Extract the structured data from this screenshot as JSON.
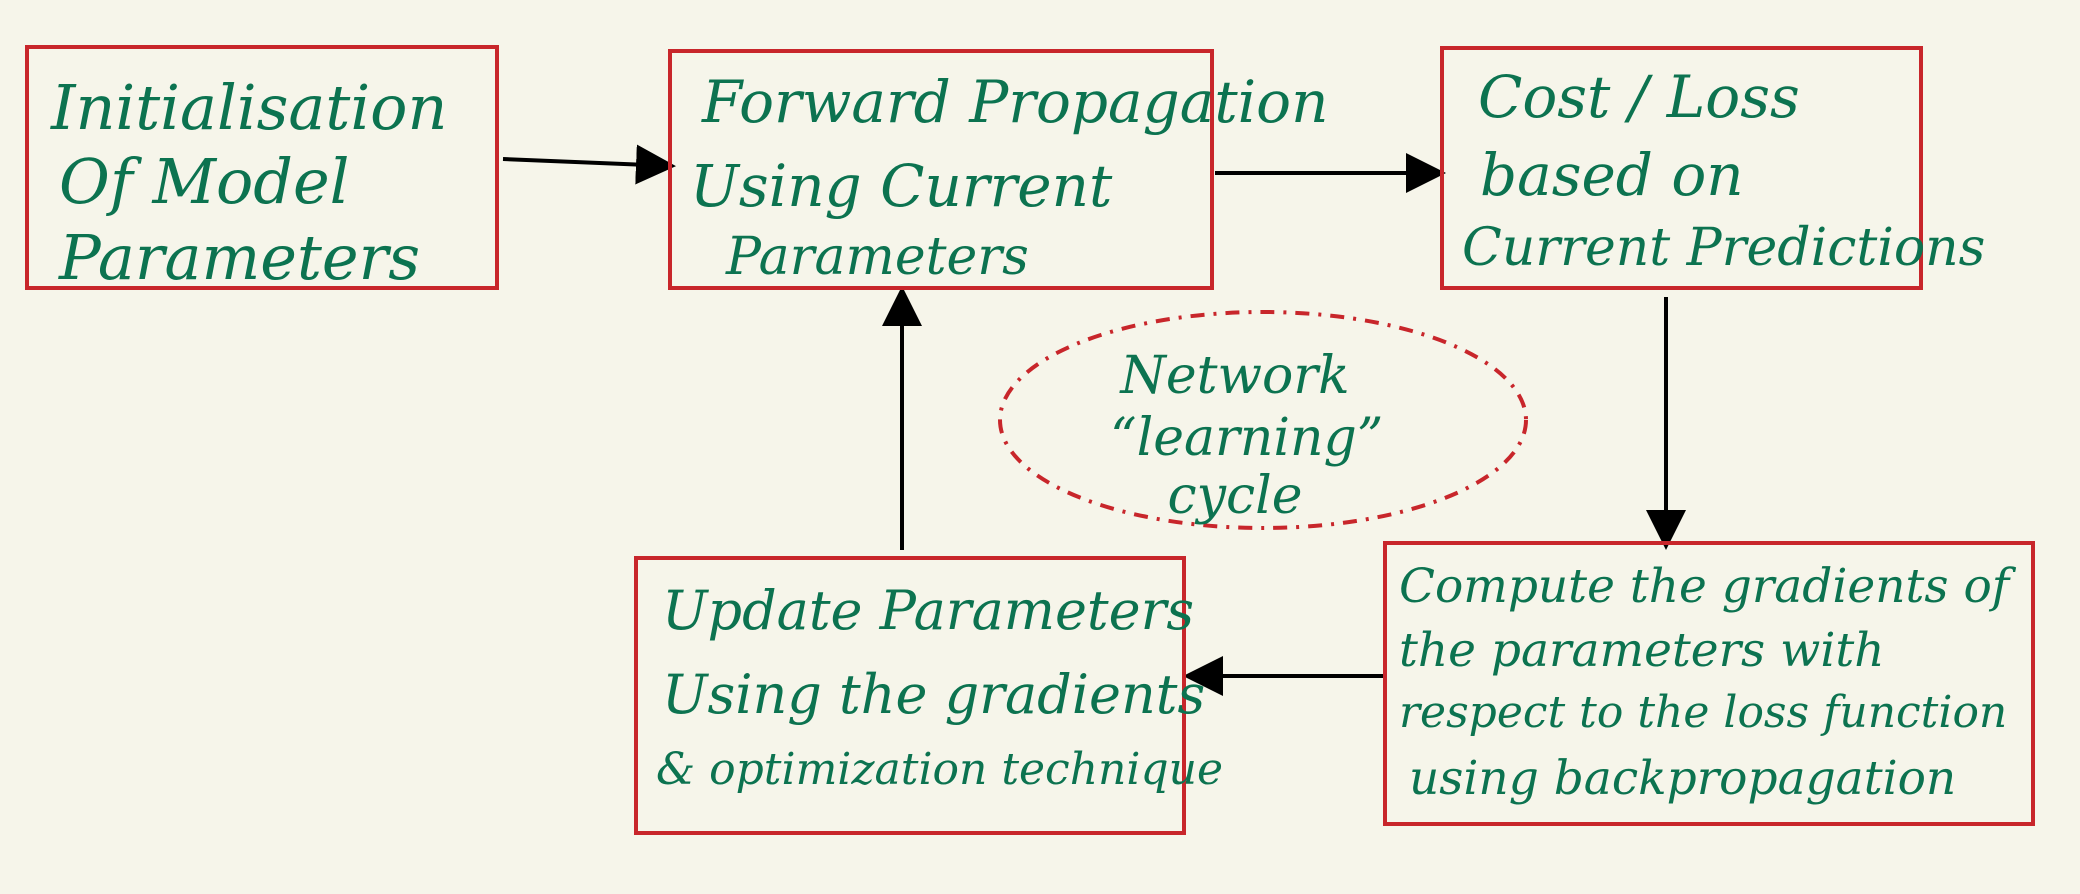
{
  "diagram": {
    "colors": {
      "background": "#f6f5ea",
      "box_border": "#c8262b",
      "text": "#0c7350",
      "arrow": "#000000",
      "cycle_outline": "#c8262b"
    },
    "boxes": {
      "initialisation": {
        "lines": [
          "Initialisation",
          "Of Model",
          "Parameters"
        ]
      },
      "forward_propagation": {
        "lines": [
          "Forward Propagation",
          "Using Current",
          "Parameters"
        ]
      },
      "cost_loss": {
        "lines": [
          "Cost / Loss",
          "based on",
          "Current Predictions"
        ]
      },
      "compute_gradients": {
        "lines": [
          "Compute the gradients of",
          "the parameters with",
          "respect to the loss function",
          "using backpropagation"
        ]
      },
      "update_parameters": {
        "lines": [
          "Update Parameters",
          "Using the gradients",
          "& optimization technique"
        ]
      }
    },
    "cycle_label": {
      "lines": [
        "Network",
        "“learning”",
        "cycle"
      ]
    },
    "arrows": [
      {
        "from": "initialisation",
        "to": "forward_propagation"
      },
      {
        "from": "forward_propagation",
        "to": "cost_loss"
      },
      {
        "from": "cost_loss",
        "to": "compute_gradients"
      },
      {
        "from": "compute_gradients",
        "to": "update_parameters"
      },
      {
        "from": "update_parameters",
        "to": "forward_propagation"
      }
    ]
  }
}
